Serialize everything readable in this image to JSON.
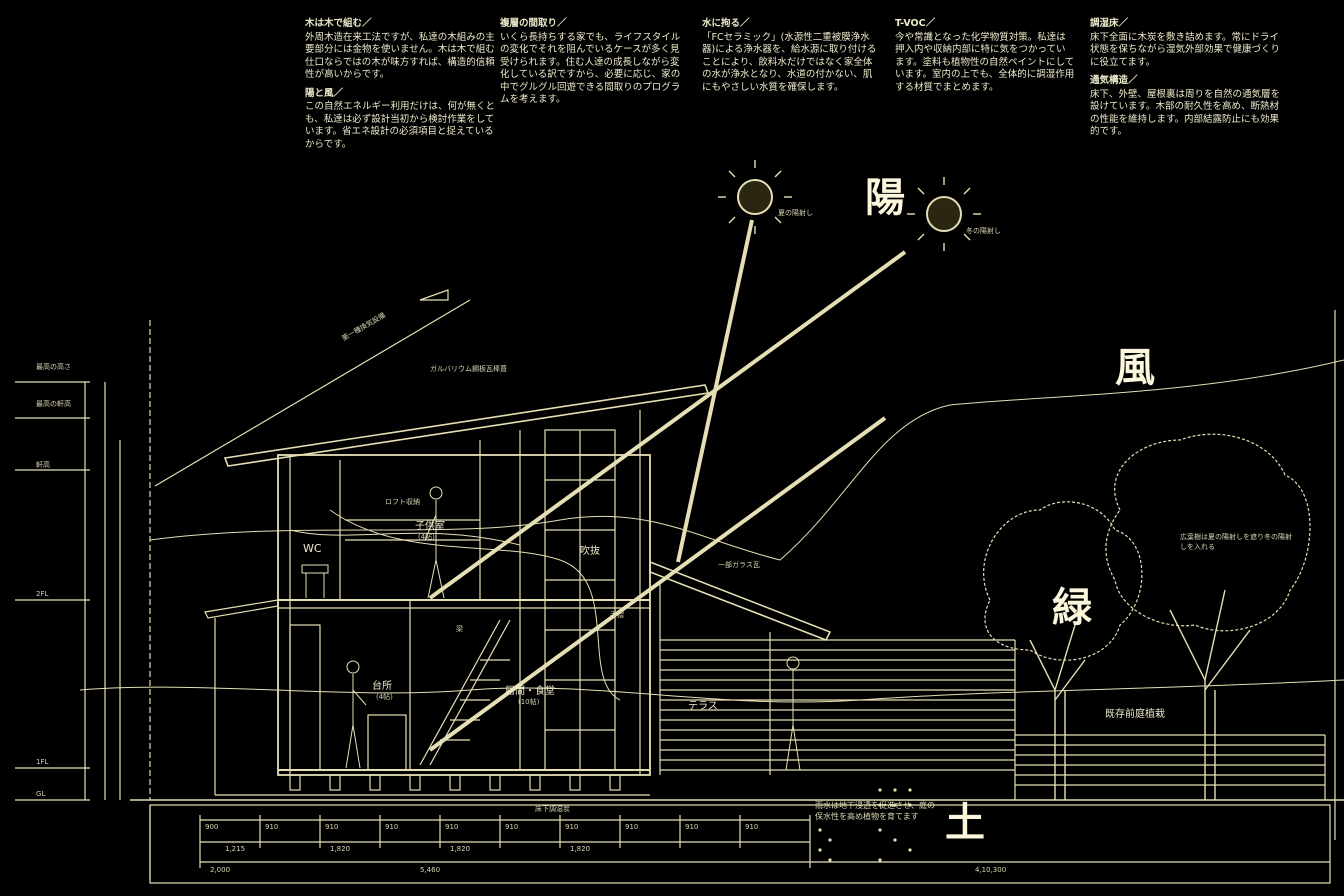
{
  "notes": [
    {
      "heading": "木は木で組む／",
      "body": "外周木造在来工法ですが、私達の木組みの主要部分には金物を使いません。木は木で組む仕口ならではの木が味方すれば、構造的信頼性が高いからです。"
    },
    {
      "heading": "陽と風／",
      "body": "この自然エネルギー利用だけは、何が無くとも、私達は必ず設計当初から検討作業をしています。省エネ設計の必須項目と捉えているからです。"
    },
    {
      "heading": "複層の間取り／",
      "body": "いくら長持ちする家でも、ライフスタイルの変化でそれを阻んでいるケースが多く見受けられます。住む人達の成長しながら変化している訳ですから、必要に応じ、家の中でグルグル回遊できる間取りのプログラムを考えます。"
    },
    {
      "heading": "水に拘る／",
      "body": "「FCセラミック」(水源性二重被膜浄水器)による浄水器を、給水源に取り付けることにより、飲料水だけではなく家全体の水が浄水となり、水道の付かない、肌にもやさしい水質を確保します。"
    },
    {
      "heading": "T-VOC／",
      "body": "今や常識となった化学物質対策。私達は押入内や収納内部に特に気をつかっています。塗料も植物性の自然ペイントにしています。室内の上でも、全体的に調湿作用する材質でまとめます。"
    },
    {
      "heading": "調湿床／",
      "body": "床下全面に木炭を敷き詰めます。常にドライ状態を保ちながら湿気外部効果で健康づくりに役立てます。"
    },
    {
      "heading": "通気構造／",
      "body": "床下、外壁、屋根裏は周りを自然の通気層を設けています。木部の耐久性を高め、断熱材の性能を維持します。内部結露防止にも効果的です。"
    }
  ],
  "kanji": {
    "sun": "陽",
    "wind": "風",
    "green": "緑",
    "earth": "土"
  },
  "rooms": {
    "wc": "WC",
    "study": "子供室",
    "study_sub": "(4帖)",
    "fukinuke": "吹抜",
    "kitchen": "台所",
    "kitchen_sub": "(4帖)",
    "living": "居間・食堂",
    "living_sub": "(10帖)",
    "terrace": "テラス",
    "hedge": "既存前庭植栽"
  },
  "annotations": {
    "summer_sun": "夏の陽射し",
    "winter_sun": "冬の陽射し",
    "roof_finish": "ガルバリウム鋼板瓦棒葺",
    "glass_roof": "一部ガラス瓦",
    "vent_roof": "第一種換気設備",
    "loft_storage": "ロフト収納",
    "tree_note": "広葉樹は夏の陽射しを遮り冬の陽射しを入れる",
    "rain_note": "雨水は地下浸透を促進させ、庭の保水性を高め植物を育てます",
    "underfloor": "床下調湿炭",
    "beam": "梁",
    "handrail": "手摺"
  },
  "levels": [
    {
      "id": "ridge",
      "label": "最高の高さ"
    },
    {
      "id": "eave",
      "label": "最高の軒高"
    },
    {
      "id": "roof",
      "label": "軒高"
    },
    {
      "id": "floor2",
      "label": "2FL"
    },
    {
      "id": "floor1",
      "label": "1FL"
    },
    {
      "id": "gl",
      "label": "GL"
    }
  ],
  "dims": {
    "upper": [
      "900",
      "910",
      "910",
      "910",
      "910",
      "910",
      "910",
      "910",
      "910",
      "910"
    ],
    "mid": [
      "1,215",
      "1,820",
      "1,820",
      "1,820"
    ],
    "lower": [
      "2,000",
      "5,460",
      "4,10,300"
    ]
  },
  "colors": {
    "line": "#e6dfb4",
    "fill": "#f0e8bf",
    "bg": "#000000",
    "sun": "#2a2612"
  }
}
